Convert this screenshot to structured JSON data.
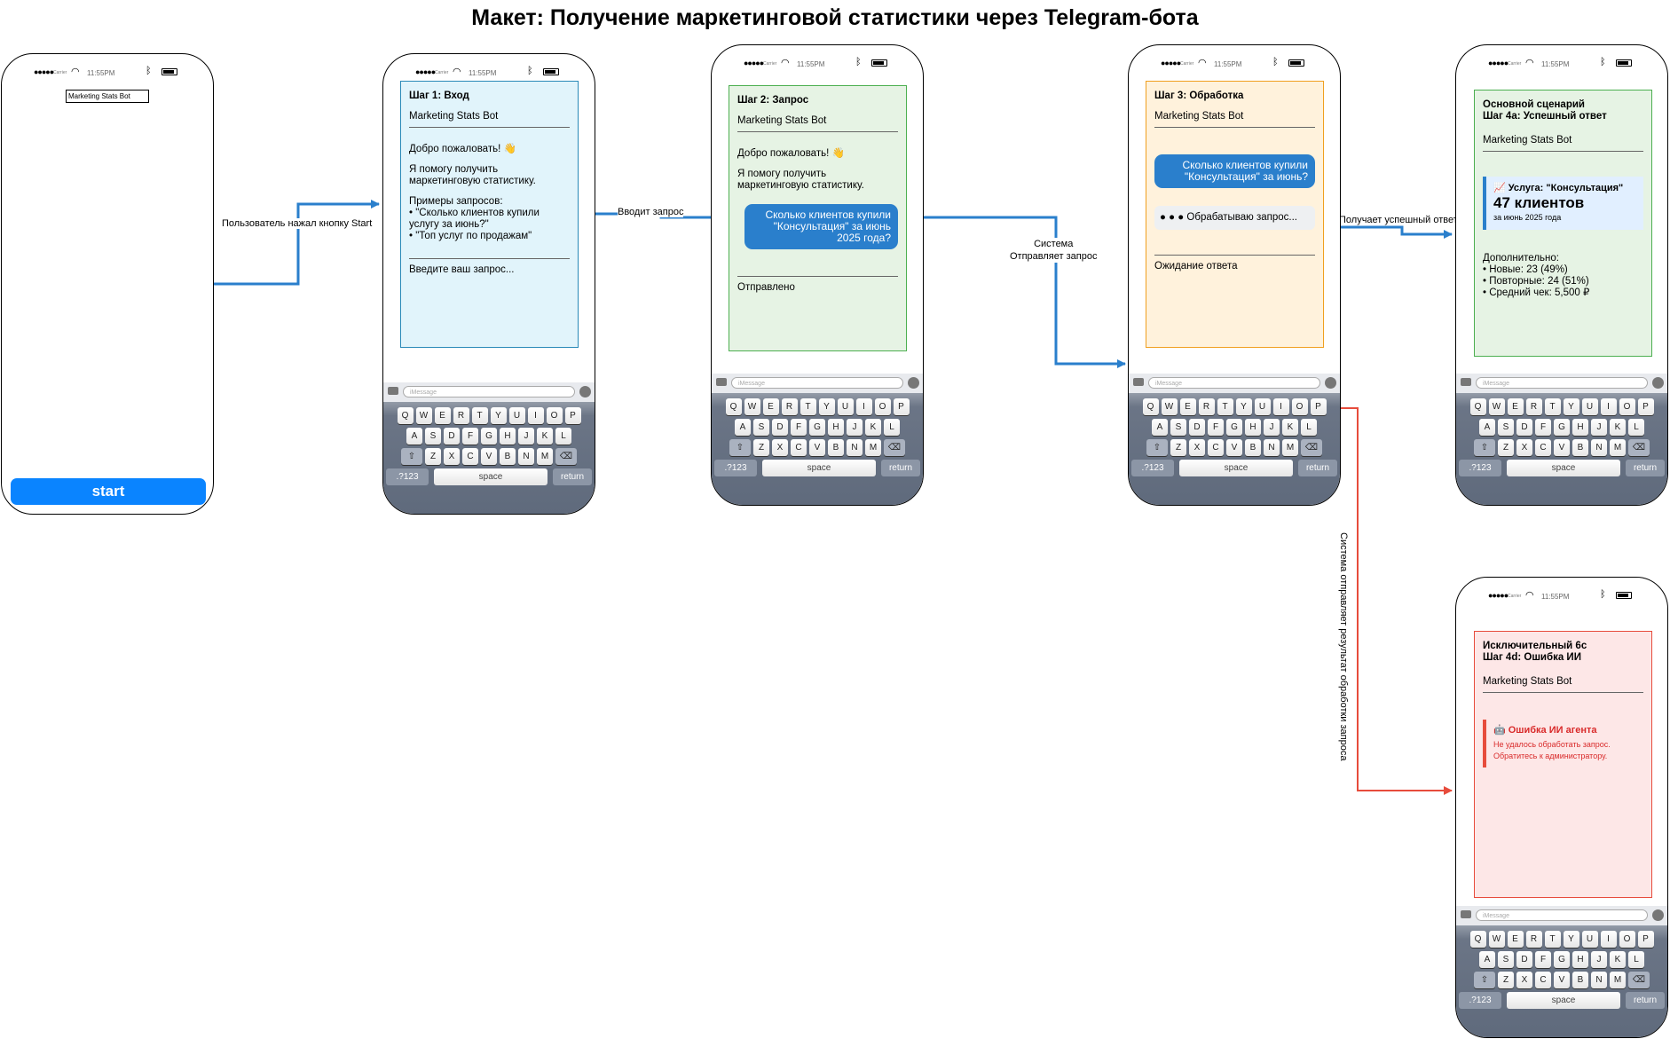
{
  "title": "Макет: Получение маркетинговой статистики через Telegram-бота",
  "status_bar": {
    "signal": "●●●●●",
    "carrier": "Carrier",
    "time": "11:55PM"
  },
  "colors": {
    "flow": "#2a7fcc",
    "error": "#e74c3c",
    "start": "#0a84ff"
  },
  "keyboard": {
    "placeholder": "iMessage",
    "row1": [
      "Q",
      "W",
      "E",
      "R",
      "T",
      "Y",
      "U",
      "I",
      "O",
      "P"
    ],
    "row2": [
      "A",
      "S",
      "D",
      "F",
      "G",
      "H",
      "J",
      "K",
      "L"
    ],
    "row3": [
      "Z",
      "X",
      "C",
      "V",
      "B",
      "N",
      "M"
    ],
    "num": ".?123",
    "space": "space",
    "return": "return"
  },
  "screens": {
    "start": {
      "label": "Marketing Stats Bot",
      "button": "start"
    },
    "step1": {
      "step": "Шаг 1: Вход",
      "bot": "Marketing Stats Bot",
      "welcome": "Добро пожаловать! 👋",
      "intro": "Я помогу получить маркетинговую статистику.",
      "examples_title": "Примеры запросов:",
      "example1": "• \"Сколько клиентов купили услугу за июнь?\"",
      "example2": "• \"Топ услуг по продажам\"",
      "prompt": "Введите ваш запрос..."
    },
    "step2": {
      "step": "Шаг 2: Запрос",
      "bot": "Marketing Stats Bot",
      "welcome": "Добро пожаловать! 👋",
      "intro": "Я помогу получить маркетинговую статистику.",
      "query": "Сколько клиентов купили \"Консультация\" за июнь 2025 года?",
      "sent": "Отправлено"
    },
    "step3": {
      "step": "Шаг 3: Обработка",
      "bot": "Marketing Stats Bot",
      "query": "Сколько клиентов купили \"Консультация\" за июнь?",
      "processing": "● ● ● Обрабатываю запрос...",
      "waiting": "Ожидание ответа"
    },
    "step4a": {
      "scenario": "Основной сценарий",
      "step": "Шаг 4а: Успешный ответ",
      "bot": "Marketing Stats Bot",
      "service": "📈 Услуга: \"Консультация\"",
      "result": "47 клиентов",
      "period": "за июнь 2025 года",
      "extra_title": "Дополнительно:",
      "new": "• Новые: 23 (49%)",
      "repeat": "• Повторные: 24 (51%)",
      "avg": "• Средний чек: 5,500 ₽"
    },
    "step4d": {
      "scenario": "Исключительный 6с",
      "step": "Шаг 4d: Ошибка ИИ",
      "bot": "Marketing Stats Bot",
      "error_title": "🤖 Ошибка ИИ агента",
      "error_line1": "Не удалось обработать запрос.",
      "error_line2": "Обратитесь к администратору."
    }
  },
  "arrows": {
    "a1": "Пользователь нажал кнопку Start",
    "a2": "Вводит запрос",
    "a3_line1": "Система",
    "a3_line2": "Отправляет запрос",
    "a4": "Получает успешный ответ",
    "a5": "Система отправляет результат обработки запроса"
  }
}
